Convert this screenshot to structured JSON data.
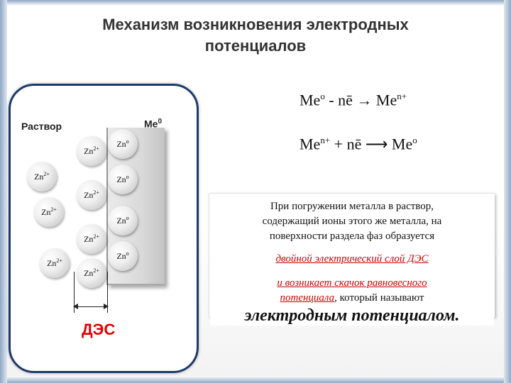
{
  "title": {
    "line1": "Механизм возникновения электродных",
    "line2": "потенциалов"
  },
  "diagram": {
    "solution_label": "Раствор",
    "metal_label": "Me",
    "metal_label_sup": "0",
    "des_label": "ДЭС",
    "ions_solution": [
      {
        "base": "Zn",
        "charge": "2+"
      },
      {
        "base": "Zn",
        "charge": "2+"
      },
      {
        "base": "Zn",
        "charge": "2+"
      }
    ],
    "ions_boundary": [
      {
        "base": "Zn",
        "charge": "2+"
      },
      {
        "base": "Zn",
        "charge": "2+"
      },
      {
        "base": "Zn",
        "charge": "2+"
      },
      {
        "base": "Zn",
        "charge": "2+"
      }
    ],
    "metal_atoms": [
      {
        "base": "Zn",
        "charge": "o"
      },
      {
        "base": "Zn",
        "charge": "o"
      },
      {
        "base": "Zn",
        "charge": "o"
      },
      {
        "base": "Zn",
        "charge": "o"
      }
    ]
  },
  "equations": {
    "eq1": {
      "a": "Me",
      "a_sup": "o",
      "mid": " - nē → Me",
      "b_sup": "n+"
    },
    "eq2": {
      "a": "Me",
      "a_sup": "n+",
      "mid": " + nē ⟶ Me",
      "b_sup": "o"
    }
  },
  "info": {
    "p1_line1": "При погружении металла в раствор,",
    "p1_line2": "содержащий ионы этого же металла, на",
    "p1_line3": "поверхности раздела фаз образуется",
    "p2": "двойной электрический слой ДЭС",
    "p3_red1": "и возникает скачок равновесного",
    "p3_red2": "потенциала",
    "p3_tail": ", который называют",
    "p4": "электродным потенциалом."
  }
}
